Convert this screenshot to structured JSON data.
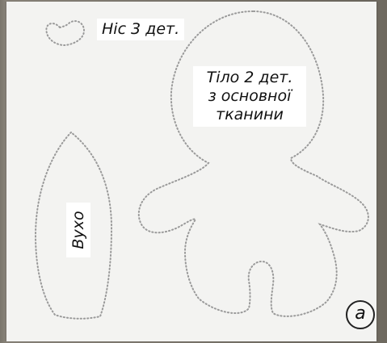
{
  "labels": {
    "nose": "Ніс 3 дет.",
    "body_line1": "Тіло 2 дет.",
    "body_line2": "з основної",
    "body_line3": "тканини",
    "ear": "Вухо",
    "figure_letter": "а"
  },
  "colors": {
    "paper": "#f3f3f1",
    "dotted_outline": "#9a9a9a",
    "background": "#7a756c"
  }
}
